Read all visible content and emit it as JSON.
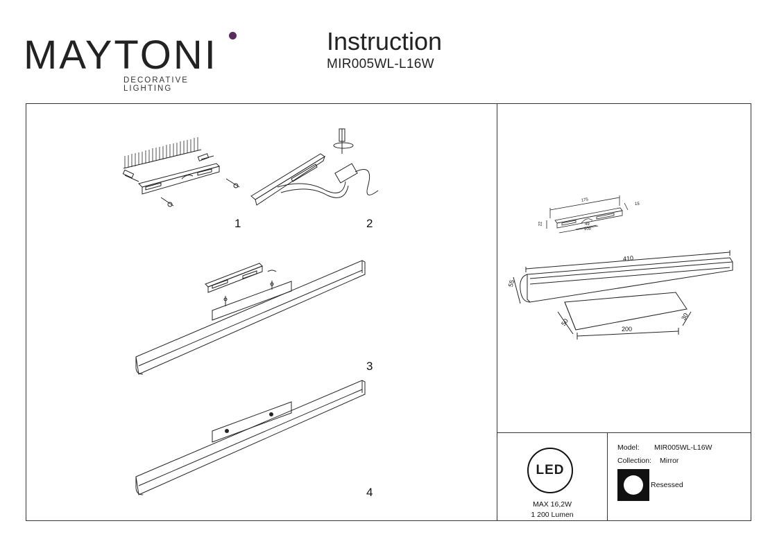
{
  "brand": {
    "name": "MAYTONI",
    "tagline": "DECORATIVE LIGHTING",
    "dot_color": "#5b2a5f"
  },
  "header": {
    "title": "Instruction",
    "model": "MIR005WL-L16W"
  },
  "steps": [
    "1",
    "2",
    "3",
    "4"
  ],
  "dimensions": {
    "bracket_length": "175",
    "bracket_depth": "15",
    "bracket_height": "22",
    "bracket_hole_a": "49",
    "bracket_hole_b": "100",
    "lamp_length": "410",
    "lamp_height": "55",
    "base_depth": "50",
    "base_length": "200",
    "base_height": "30"
  },
  "led": {
    "label": "LED",
    "power": "MAX 16,2W",
    "lumen": "1 200 Lumen"
  },
  "specs": {
    "model_label": "Model:",
    "model_value": "MIR005WL-L16W",
    "collection_label": "Collection:",
    "collection_value": "Mirror",
    "mount_label": "Resessed"
  }
}
